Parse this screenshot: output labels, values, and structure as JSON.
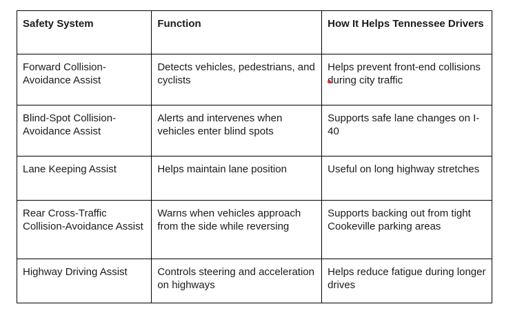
{
  "table": {
    "headers": [
      "Safety System",
      "Function",
      "How It Helps Tennessee Drivers"
    ],
    "rows": [
      [
        "Forward Collision-Avoidance Assist",
        "Detects vehicles, pedestrians, and cyclists",
        "Helps prevent front-end collisions during city traffic"
      ],
      [
        "Blind-Spot Collision-Avoidance Assist",
        "Alerts and intervenes when vehicles enter blind spots",
        "Supports safe lane changes on I-40"
      ],
      [
        "Lane Keeping Assist",
        "Helps maintain lane position",
        "Useful on long highway stretches"
      ],
      [
        "Rear Cross-Traffic Collision-Avoidance Assist",
        "Warns when vehicles approach from the side while reversing",
        "Supports backing out from tight Cookeville parking areas"
      ],
      [
        "Highway Driving Assist",
        "Controls steering and acceleration on highways",
        "Helps reduce fatigue during longer drives"
      ]
    ]
  },
  "colors": {
    "border": "#000000",
    "text": "#1a1a1a",
    "marker": "#e0213a"
  }
}
